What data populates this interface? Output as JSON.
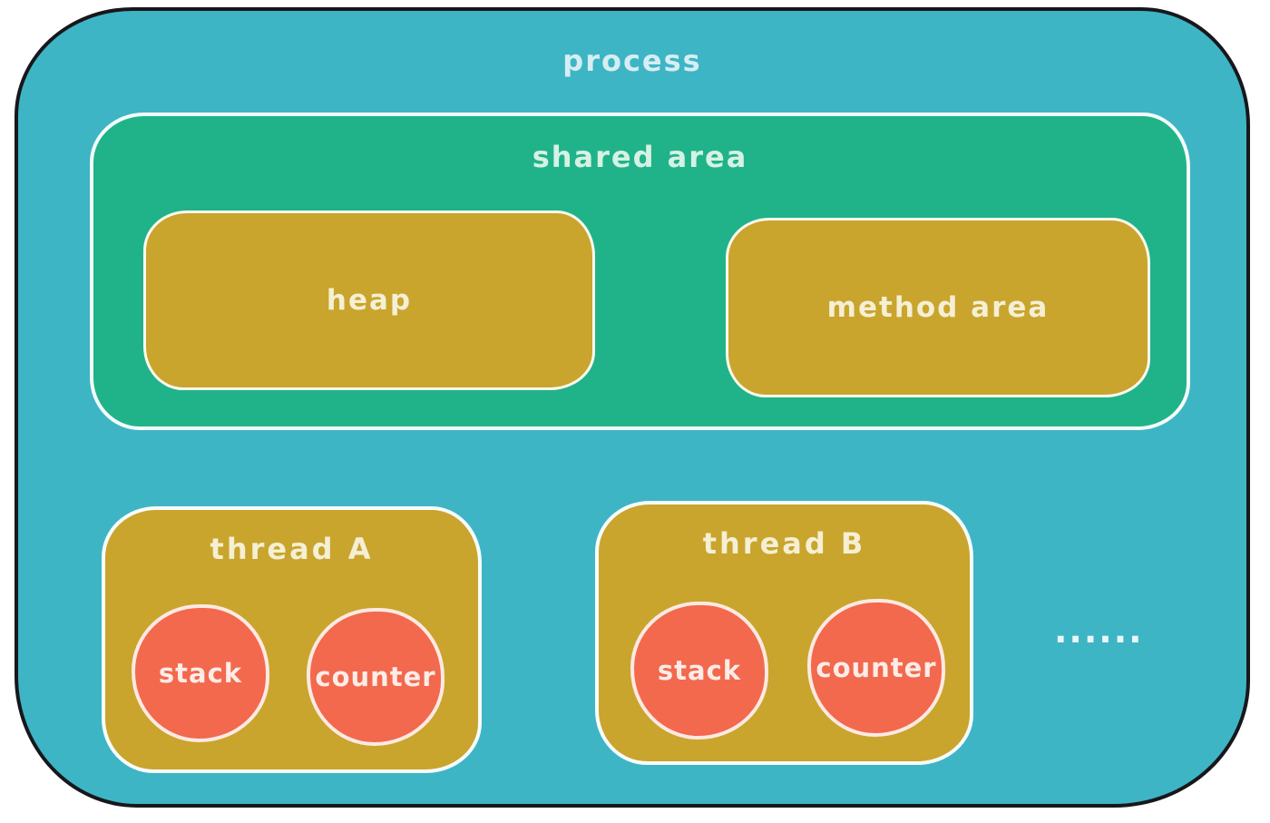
{
  "diagram": {
    "title": "process",
    "shared_area": {
      "label": "shared area",
      "boxes": [
        {
          "label": "heap"
        },
        {
          "label": "method area"
        }
      ]
    },
    "threads": [
      {
        "label": "thread A",
        "circles": [
          {
            "label": "stack"
          },
          {
            "label": "counter"
          }
        ]
      },
      {
        "label": "thread B",
        "circles": [
          {
            "label": "stack"
          },
          {
            "label": "counter"
          }
        ]
      }
    ],
    "ellipsis": "......",
    "colors": {
      "page_background": "#ffffff",
      "process_fill": "#3eb5c5",
      "process_border": "#17171c",
      "shared_area_fill": "#20b389",
      "box_fill": "#c9a52e",
      "circle_fill": "#f2694e",
      "inner_outline": "#ffffff",
      "text_on_teal": "#d6eef3",
      "text_on_green": "#d6f2e4",
      "text_on_mustard": "#f5efd4",
      "text_on_coral": "#fdece7"
    }
  }
}
